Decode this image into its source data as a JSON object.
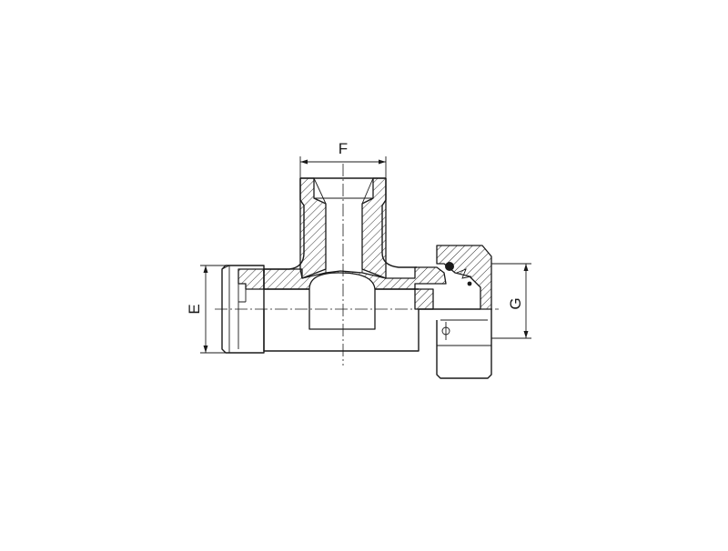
{
  "dimensions": {
    "f_label": "F",
    "e_label": "E",
    "g_label": "G"
  },
  "colors": {
    "line": "#1a1a1a",
    "background": "#ffffff"
  }
}
